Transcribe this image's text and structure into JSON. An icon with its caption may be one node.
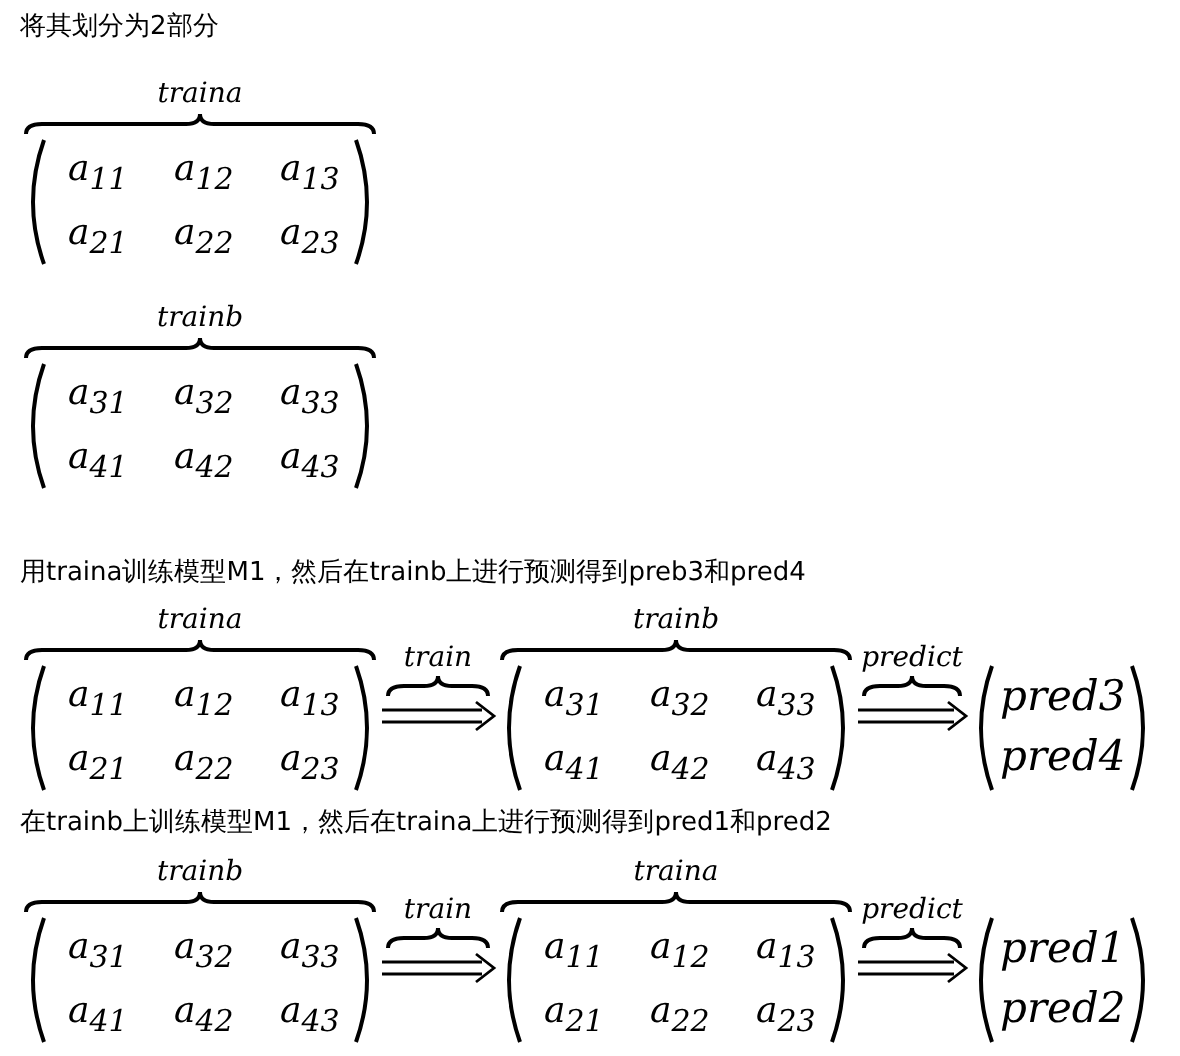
{
  "diagram": {
    "nodes": [
      {
        "text": [
          "traina",
          "a$_{11}$",
          "a$_{12}$",
          "a$_{13}$",
          "a$_{21}$",
          "a$_{22}$",
          "a$_{23}$"
        ]
      },
      {
        "text": [
          "trainb",
          "a$_{31}$",
          "a$_{32}$",
          "a$_{33}$",
          "a$_{41}$",
          "a$_{42}$",
          "a$_{43}$"
        ]
      },
      {
        "text": [
          "traina",
          "a$_{11}$",
          "a$_{12}$",
          "a$_{13}$",
          "a$_{21}$",
          "a$_{22}$",
          "a$_{23}$"
        ]
      },
      {
        "text": [
          "trainb",
          "a$_{31}$",
          "a$_{32}$",
          "a$_{33}$",
          "a$_{41}$",
          "a$_{42}$",
          "a$_{43}$"
        ]
      },
      {
        "text": [
          "pred3",
          "pred4"
        ]
      },
      {
        "text": [
          "trainb",
          "a$_{31}$",
          "a$_{32}$",
          "a$_{33}$",
          "a$_{41}$",
          "a$_{42}$",
          "a$_{43}$"
        ]
      },
      {
        "text": [
          "traina",
          "a$_{11}$",
          "a$_{12}$",
          "a$_{13}$",
          "a$_{21}$",
          "a$_{22}$",
          "a$_{23}$"
        ]
      },
      {
        "text": [
          "pred1",
          "pred2"
        ]
      }
    ],
    "edges": [
      {
        "from": 2,
        "to": 3,
        "arrow": "to",
        "label": "train"
      },
      {
        "from": 3,
        "to": 4,
        "arrow": "to",
        "label": "predict"
      },
      {
        "from": 5,
        "to": 6,
        "arrow": "to",
        "label": "train"
      },
      {
        "from": 6,
        "to": 7,
        "arrow": "to",
        "label": "predict"
      }
    ],
    "labels": [
      "将其划分为2部分",
      "用traina训练模型M1，然后在trainb上进行预测得到preb3和pred4",
      "在trainb上训练模型M1，然后在traina上进行预测得到pred1和pred2"
    ]
  }
}
